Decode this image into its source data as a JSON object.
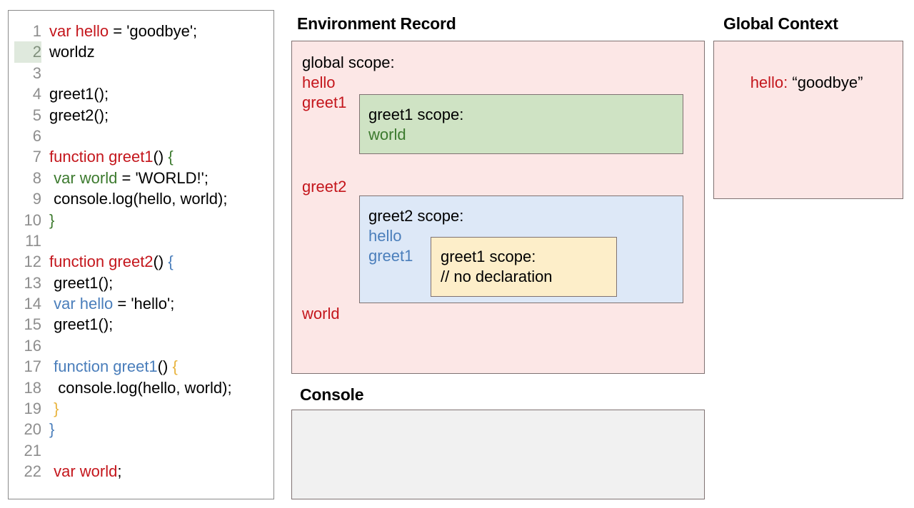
{
  "editor": {
    "highlighted_line": 2,
    "lines": [
      {
        "num": "1",
        "tokens": [
          {
            "t": "var hello",
            "c": "red"
          },
          {
            "t": " = 'goodbye';",
            "c": "black"
          }
        ]
      },
      {
        "num": "2",
        "tokens": [
          {
            "t": "worldz",
            "c": "black"
          }
        ]
      },
      {
        "num": "3",
        "tokens": [
          {
            "t": "",
            "c": "black"
          }
        ]
      },
      {
        "num": "4",
        "tokens": [
          {
            "t": "greet1();",
            "c": "black"
          }
        ]
      },
      {
        "num": "5",
        "tokens": [
          {
            "t": "greet2();",
            "c": "black"
          }
        ]
      },
      {
        "num": "6",
        "tokens": [
          {
            "t": "",
            "c": "black"
          }
        ]
      },
      {
        "num": "7",
        "tokens": [
          {
            "t": "function greet1",
            "c": "red"
          },
          {
            "t": "() ",
            "c": "black"
          },
          {
            "t": "{",
            "c": "green"
          }
        ]
      },
      {
        "num": "8",
        "tokens": [
          {
            "t": " ",
            "c": "black"
          },
          {
            "t": "var world",
            "c": "green"
          },
          {
            "t": " = 'WORLD!';",
            "c": "black"
          }
        ]
      },
      {
        "num": "9",
        "tokens": [
          {
            "t": " console.log(hello, world);",
            "c": "black"
          }
        ]
      },
      {
        "num": "10",
        "tokens": [
          {
            "t": "}",
            "c": "green"
          }
        ]
      },
      {
        "num": "11",
        "tokens": [
          {
            "t": "",
            "c": "black"
          }
        ]
      },
      {
        "num": "12",
        "tokens": [
          {
            "t": "function greet2",
            "c": "red"
          },
          {
            "t": "() ",
            "c": "black"
          },
          {
            "t": "{",
            "c": "blue"
          }
        ]
      },
      {
        "num": "13",
        "tokens": [
          {
            "t": " greet1();",
            "c": "black"
          }
        ]
      },
      {
        "num": "14",
        "tokens": [
          {
            "t": " ",
            "c": "black"
          },
          {
            "t": "var hello",
            "c": "blue"
          },
          {
            "t": " = 'hello';",
            "c": "black"
          }
        ]
      },
      {
        "num": "15",
        "tokens": [
          {
            "t": " greet1();",
            "c": "black"
          }
        ]
      },
      {
        "num": "16",
        "tokens": [
          {
            "t": "",
            "c": "black"
          }
        ]
      },
      {
        "num": "17",
        "tokens": [
          {
            "t": " ",
            "c": "black"
          },
          {
            "t": "function greet1",
            "c": "blue"
          },
          {
            "t": "() ",
            "c": "black"
          },
          {
            "t": "{",
            "c": "orange"
          }
        ]
      },
      {
        "num": "18",
        "tokens": [
          {
            "t": "  console.log(hello, world);",
            "c": "black"
          }
        ]
      },
      {
        "num": "19",
        "tokens": [
          {
            "t": " ",
            "c": "black"
          },
          {
            "t": "}",
            "c": "orange"
          }
        ]
      },
      {
        "num": "20",
        "tokens": [
          {
            "t": "}",
            "c": "blue"
          }
        ]
      },
      {
        "num": "21",
        "tokens": [
          {
            "t": "",
            "c": "black"
          }
        ]
      },
      {
        "num": "22",
        "tokens": [
          {
            "t": " ",
            "c": "black"
          },
          {
            "t": "var world",
            "c": "red"
          },
          {
            "t": ";",
            "c": "black"
          }
        ]
      }
    ]
  },
  "environment_record": {
    "title": "Environment Record",
    "global_scope": {
      "label": "global scope:",
      "bindings": [
        "hello",
        "greet1",
        "greet2",
        "world"
      ]
    },
    "greet1_scope": {
      "label": "greet1 scope:",
      "bindings": [
        "world"
      ]
    },
    "greet2_scope": {
      "label": "greet2 scope:",
      "bindings": [
        "hello",
        "greet1"
      ]
    },
    "greet1_nested_scope": {
      "label": "greet1 scope:",
      "bindings": [
        "// no declaration"
      ]
    }
  },
  "console": {
    "title": "Console",
    "output": ""
  },
  "global_context": {
    "title": "Global Context",
    "entries": [
      {
        "key": "hello:",
        "value": " “goodbye”"
      }
    ]
  },
  "colors": {
    "red": "#c4161c",
    "green": "#3c7a2e",
    "blue": "#4a7ebb",
    "orange": "#e8b33c",
    "pink_bg": "#fce7e6",
    "green_bg": "#cfe3c4",
    "blue_bg": "#dde8f7",
    "yellow_bg": "#fdeec9",
    "console_bg": "#f1f1f1",
    "border": "#7f7272"
  }
}
